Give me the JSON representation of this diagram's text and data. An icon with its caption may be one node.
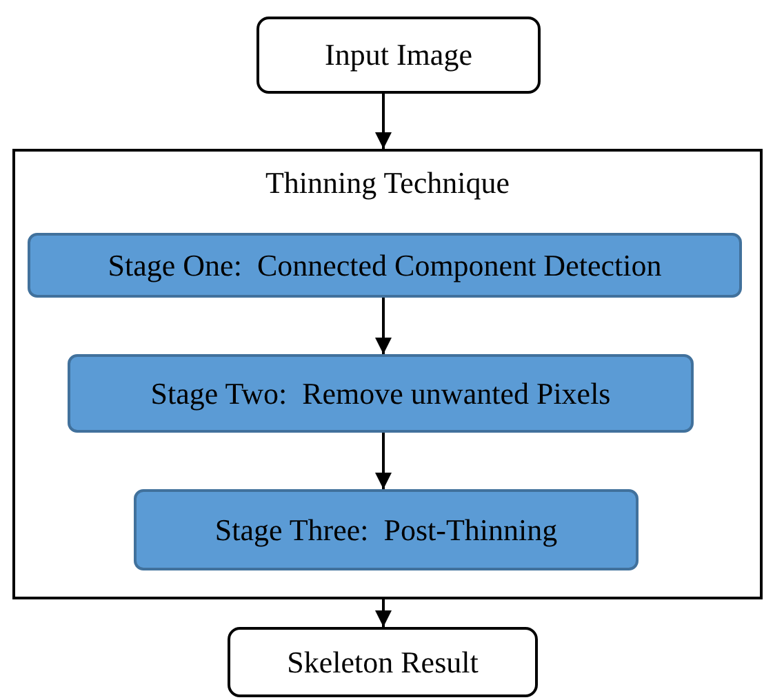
{
  "diagram": {
    "nodes": [
      {
        "text": [
          "Input Image"
        ]
      },
      {
        "text": [
          "Thinning Technique"
        ]
      },
      {
        "text": [
          "Stage One:  Connected Component Detection"
        ],
        "in": 1
      },
      {
        "text": [
          "Stage Two:  Remove unwanted Pixels"
        ],
        "in": 1
      },
      {
        "text": [
          "Stage Three:  Post-Thinning"
        ],
        "in": 1
      },
      {
        "text": [
          "Skeleton Result"
        ]
      }
    ],
    "edges": [
      {
        "from": 0,
        "to": 1,
        "arrow": "to"
      },
      {
        "from": 2,
        "to": 3,
        "arrow": "to"
      },
      {
        "from": 3,
        "to": 4,
        "arrow": "to"
      },
      {
        "from": 1,
        "to": 5,
        "arrow": "to"
      }
    ]
  }
}
